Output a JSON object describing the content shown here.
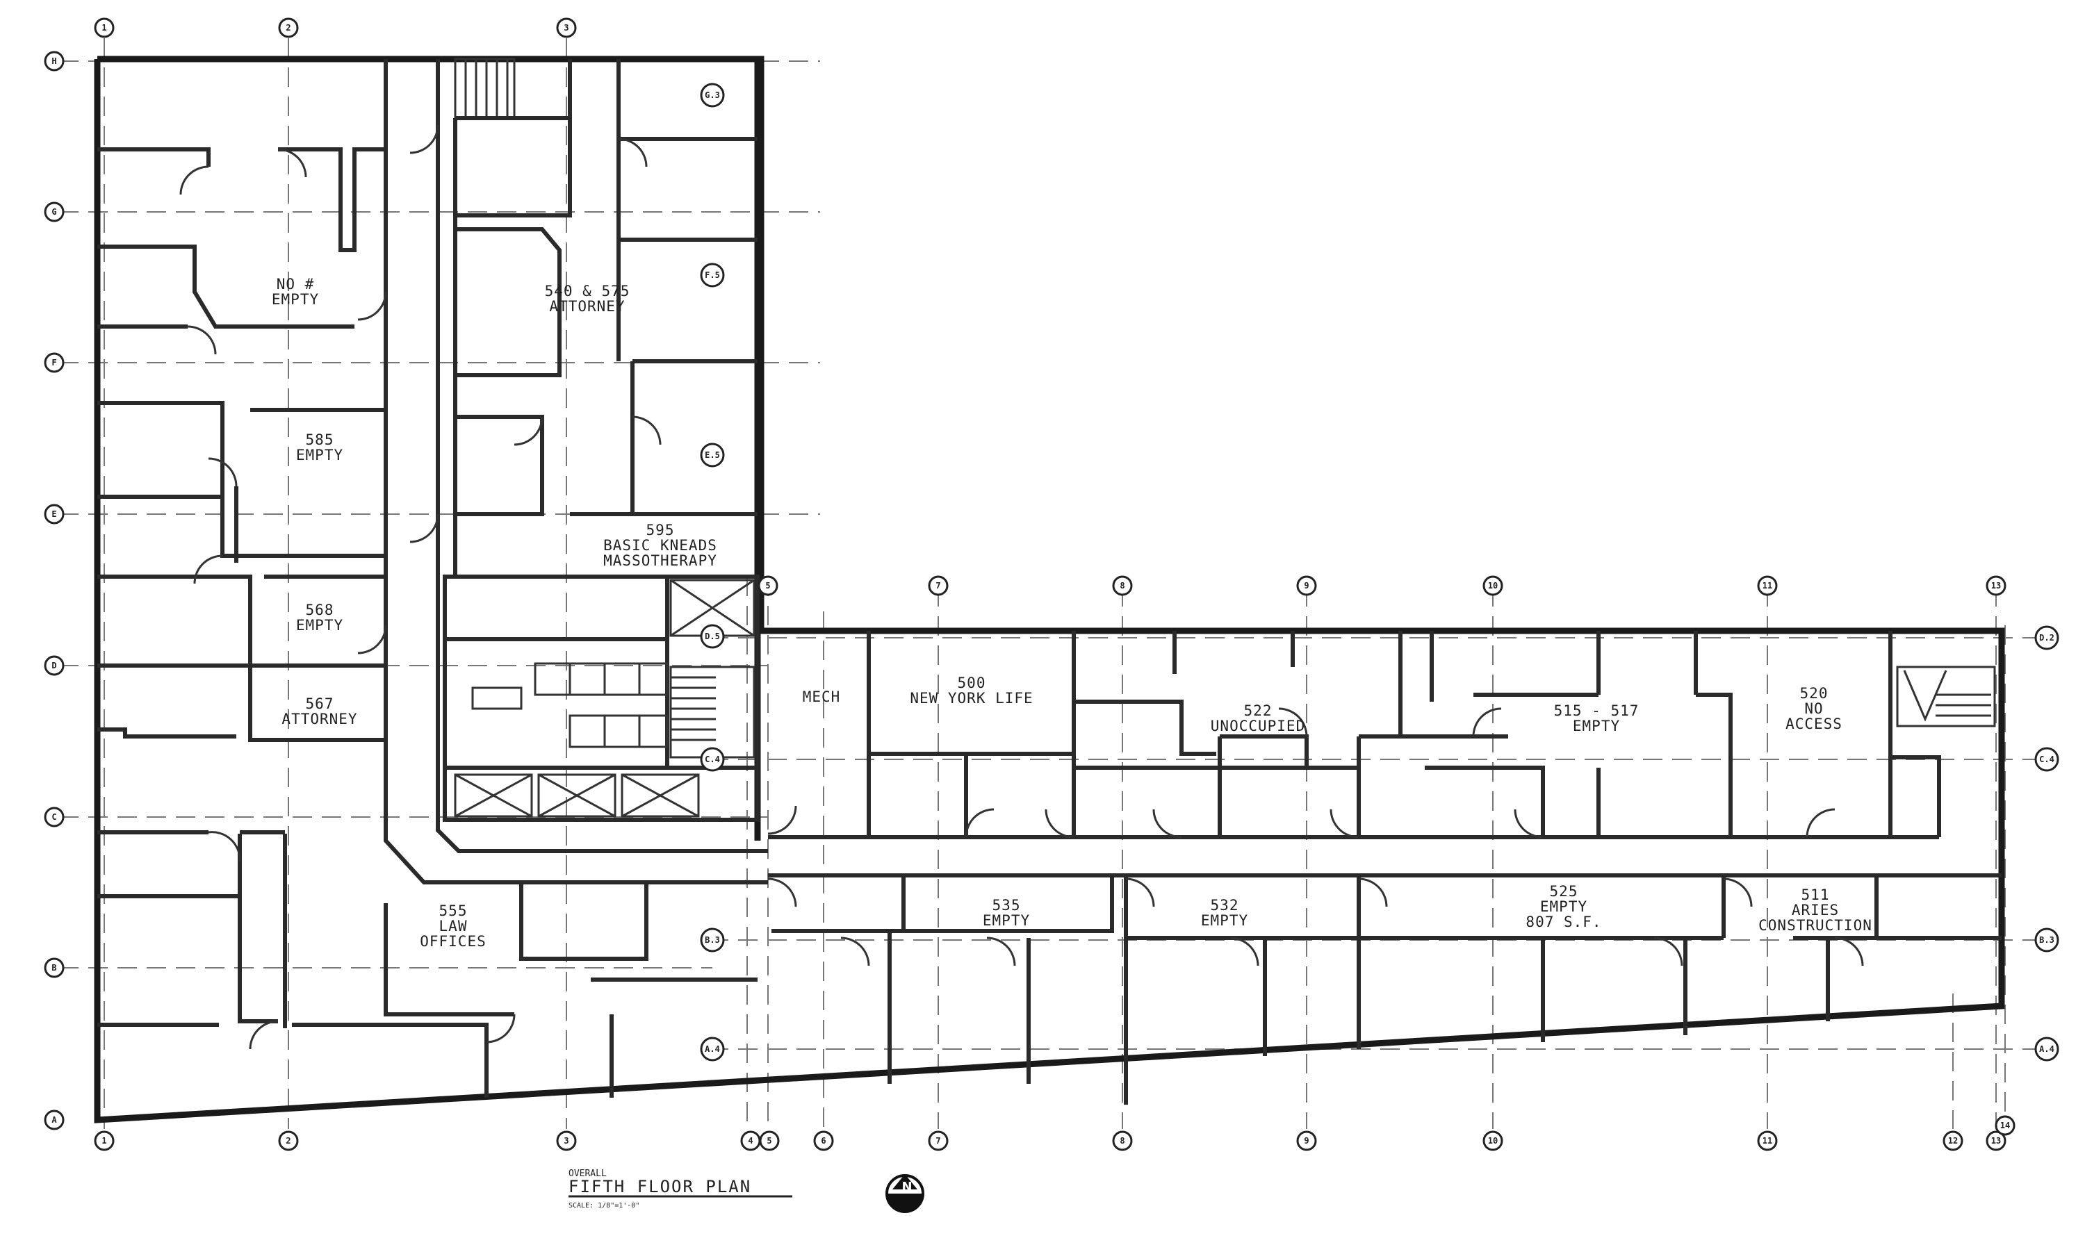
{
  "grid_columns_top": [
    "1",
    "2",
    "3"
  ],
  "grid_columns_mid": [
    "5",
    "7",
    "8",
    "9",
    "10",
    "11",
    "13"
  ],
  "grid_columns_bottom": [
    "1",
    "2",
    "3",
    "4",
    "5",
    "6",
    "7",
    "8",
    "9",
    "10",
    "11",
    "12",
    "13"
  ],
  "grid_col_14": "14",
  "grid_rows_left": [
    "H",
    "G",
    "F",
    "E",
    "D",
    "C",
    "B",
    "A"
  ],
  "grid_rows_right": [
    "D.2",
    "C.4",
    "B.3",
    "A.4"
  ],
  "grid_rows_internal": [
    "G.3",
    "F.5",
    "E.5",
    "D.5",
    "C.4",
    "B.3",
    "A.4"
  ],
  "rooms": [
    {
      "lines": [
        "NO #",
        "EMPTY"
      ]
    },
    {
      "lines": [
        "540 & 575",
        "ATTORNEY"
      ]
    },
    {
      "lines": [
        "585",
        "EMPTY"
      ]
    },
    {
      "lines": [
        "595",
        "BASIC KNEADS",
        "MASSOTHERAPY"
      ]
    },
    {
      "lines": [
        "568",
        "EMPTY"
      ]
    },
    {
      "lines": [
        "567",
        "ATTORNEY"
      ]
    },
    {
      "lines": [
        "555",
        "LAW",
        "OFFICES"
      ]
    },
    {
      "lines": [
        "MECH"
      ]
    },
    {
      "lines": [
        "500",
        "NEW YORK LIFE"
      ]
    },
    {
      "lines": [
        "522",
        "UNOCCUPIED"
      ]
    },
    {
      "lines": [
        "515 - 517",
        "EMPTY"
      ]
    },
    {
      "lines": [
        "520",
        "NO",
        "ACCESS"
      ]
    },
    {
      "lines": [
        "535",
        "EMPTY"
      ]
    },
    {
      "lines": [
        "532",
        "EMPTY"
      ]
    },
    {
      "lines": [
        "525",
        "EMPTY",
        "807 S.F."
      ]
    },
    {
      "lines": [
        "511",
        "ARIES",
        "CONSTRUCTION"
      ]
    }
  ],
  "title": {
    "overall": "OVERALL",
    "main": "FIFTH FLOOR PLAN",
    "scale": "SCALE: 1/8\"=1'-0\""
  },
  "north_arrow": {
    "label": "N",
    "icon": "north-arrow-icon"
  },
  "colors": {
    "line": "#2a2a2a",
    "grid": "#777777",
    "background": "#ffffff"
  }
}
